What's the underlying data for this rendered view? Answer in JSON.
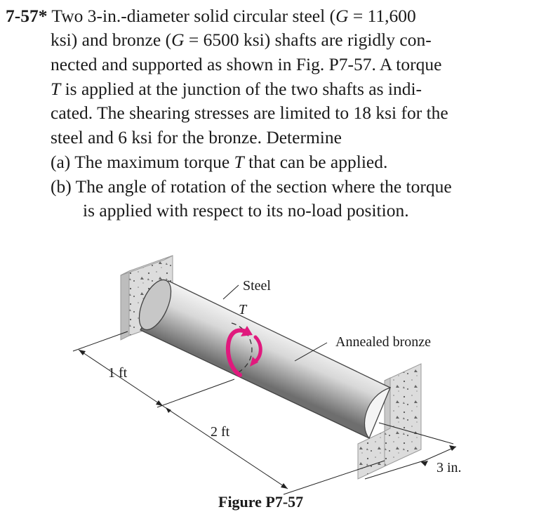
{
  "problem": {
    "number": "7-57*",
    "lines": [
      {
        "segments": [
          {
            "t": " Two 3-in.-diameter solid circular steel (",
            "i": false
          },
          {
            "t": "G",
            "i": true
          },
          {
            "t": " = 11,600",
            "i": false
          }
        ]
      },
      {
        "segments": [
          {
            "t": "ksi) and bronze (",
            "i": false
          },
          {
            "t": "G",
            "i": true
          },
          {
            "t": " = 6500 ksi) shafts are rigidly con-",
            "i": false
          }
        ]
      },
      {
        "segments": [
          {
            "t": "nected and supported as shown in Fig. P7-57. A torque",
            "i": false
          }
        ]
      },
      {
        "segments": [
          {
            "t": "T",
            "i": true
          },
          {
            "t": " is applied at the junction of the two shafts as indi-",
            "i": false
          }
        ]
      },
      {
        "segments": [
          {
            "t": "cated. The shearing stresses are limited to 18 ksi for the",
            "i": false
          }
        ]
      },
      {
        "segments": [
          {
            "t": "steel and 6 ksi for the bronze. Determine",
            "i": false
          }
        ]
      },
      {
        "segments": [
          {
            "t": "(a) The maximum torque ",
            "i": false
          },
          {
            "t": "T",
            "i": true
          },
          {
            "t": " that can be applied.",
            "i": false
          }
        ]
      },
      {
        "segments": [
          {
            "t": "(b) The angle of rotation of the section where the torque",
            "i": false
          }
        ]
      },
      {
        "segments": [
          {
            "t": "is applied with respect to its no-load position.",
            "i": false
          }
        ]
      }
    ]
  },
  "figure": {
    "labels": {
      "steel": "Steel",
      "torque": "T",
      "bronze": "Annealed bronze",
      "len_steel": "1 ft",
      "len_bronze": "2 ft",
      "diameter": "3 in."
    },
    "caption": "Figure P7-57",
    "colors": {
      "torque_arrow": "#e0197d",
      "wall": "#d9d9d9",
      "shaft_light": "#f2f2f2",
      "shaft_dark": "#7d7d7d"
    }
  }
}
